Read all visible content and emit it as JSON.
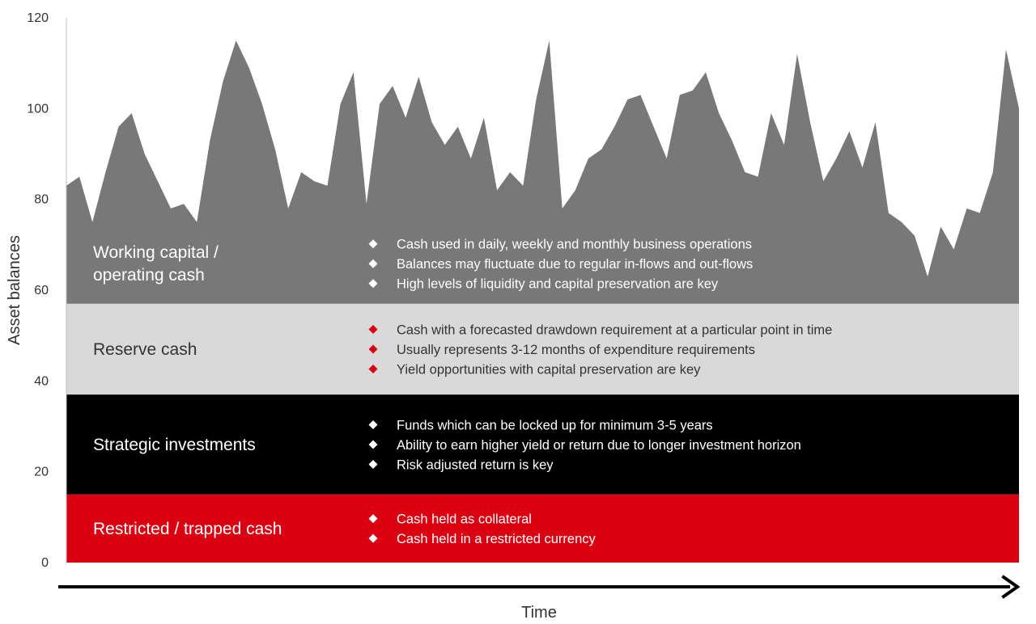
{
  "chart_data": {
    "type": "area",
    "title": "",
    "xlabel": "Time",
    "ylabel": "Asset balances",
    "ylim": [
      0,
      120
    ],
    "yticks": [
      0,
      20,
      40,
      60,
      80,
      100,
      120
    ],
    "series": [
      {
        "values": [
          83,
          85,
          75,
          86,
          96,
          99,
          90,
          84,
          78,
          79,
          75,
          93,
          106,
          115,
          109,
          101,
          91,
          78,
          86,
          84,
          83,
          101,
          108,
          79,
          101,
          105,
          98,
          107,
          97,
          92,
          96,
          89,
          98,
          82,
          86,
          83,
          102,
          115,
          78,
          82,
          89,
          91,
          96,
          102,
          103,
          96,
          89,
          103,
          104,
          108,
          99,
          93,
          86,
          85,
          99,
          92,
          112,
          97,
          84,
          89,
          95,
          87,
          97,
          77,
          75,
          72,
          63,
          74,
          69,
          78,
          77,
          86,
          113,
          100
        ]
      }
    ],
    "bands": [
      {
        "key": "working",
        "label_lines": [
          "Working capital /",
          "operating cash"
        ],
        "range": [
          57,
          120
        ],
        "fill": "#787878",
        "text_color": "#ffffff",
        "bullet_color": "#ffffff",
        "bullets": [
          "Cash used in daily, weekly and monthly business operations",
          "Balances may fluctuate due to regular in-flows and out-flows",
          "High levels of liquidity and capital preservation are key"
        ]
      },
      {
        "key": "reserve",
        "label_lines": [
          "Reserve cash"
        ],
        "range": [
          37,
          57
        ],
        "fill": "#d9d9d9",
        "text_color": "#333333",
        "bullet_color": "#db0011",
        "bullets": [
          "Cash with a forecasted drawdown requirement at a particular point in time",
          "Usually represents 3-12 months of expenditure requirements",
          "Yield opportunities with capital preservation are key"
        ]
      },
      {
        "key": "strategic",
        "label_lines": [
          "Strategic investments"
        ],
        "range": [
          15,
          37
        ],
        "fill": "#000000",
        "text_color": "#ffffff",
        "bullet_color": "#ffffff",
        "bullets": [
          "Funds which can be locked up for minimum 3-5 years",
          "Ability to earn higher yield or return due to longer investment horizon",
          "Risk adjusted return is key"
        ]
      },
      {
        "key": "restricted",
        "label_lines": [
          "Restricted / trapped cash"
        ],
        "range": [
          0,
          15
        ],
        "fill": "#db0011",
        "text_color": "#ffffff",
        "bullet_color": "#ffffff",
        "bullets": [
          "Cash held as collateral",
          "Cash held in a restricted currency"
        ]
      }
    ],
    "grid": false,
    "legend": "none"
  }
}
